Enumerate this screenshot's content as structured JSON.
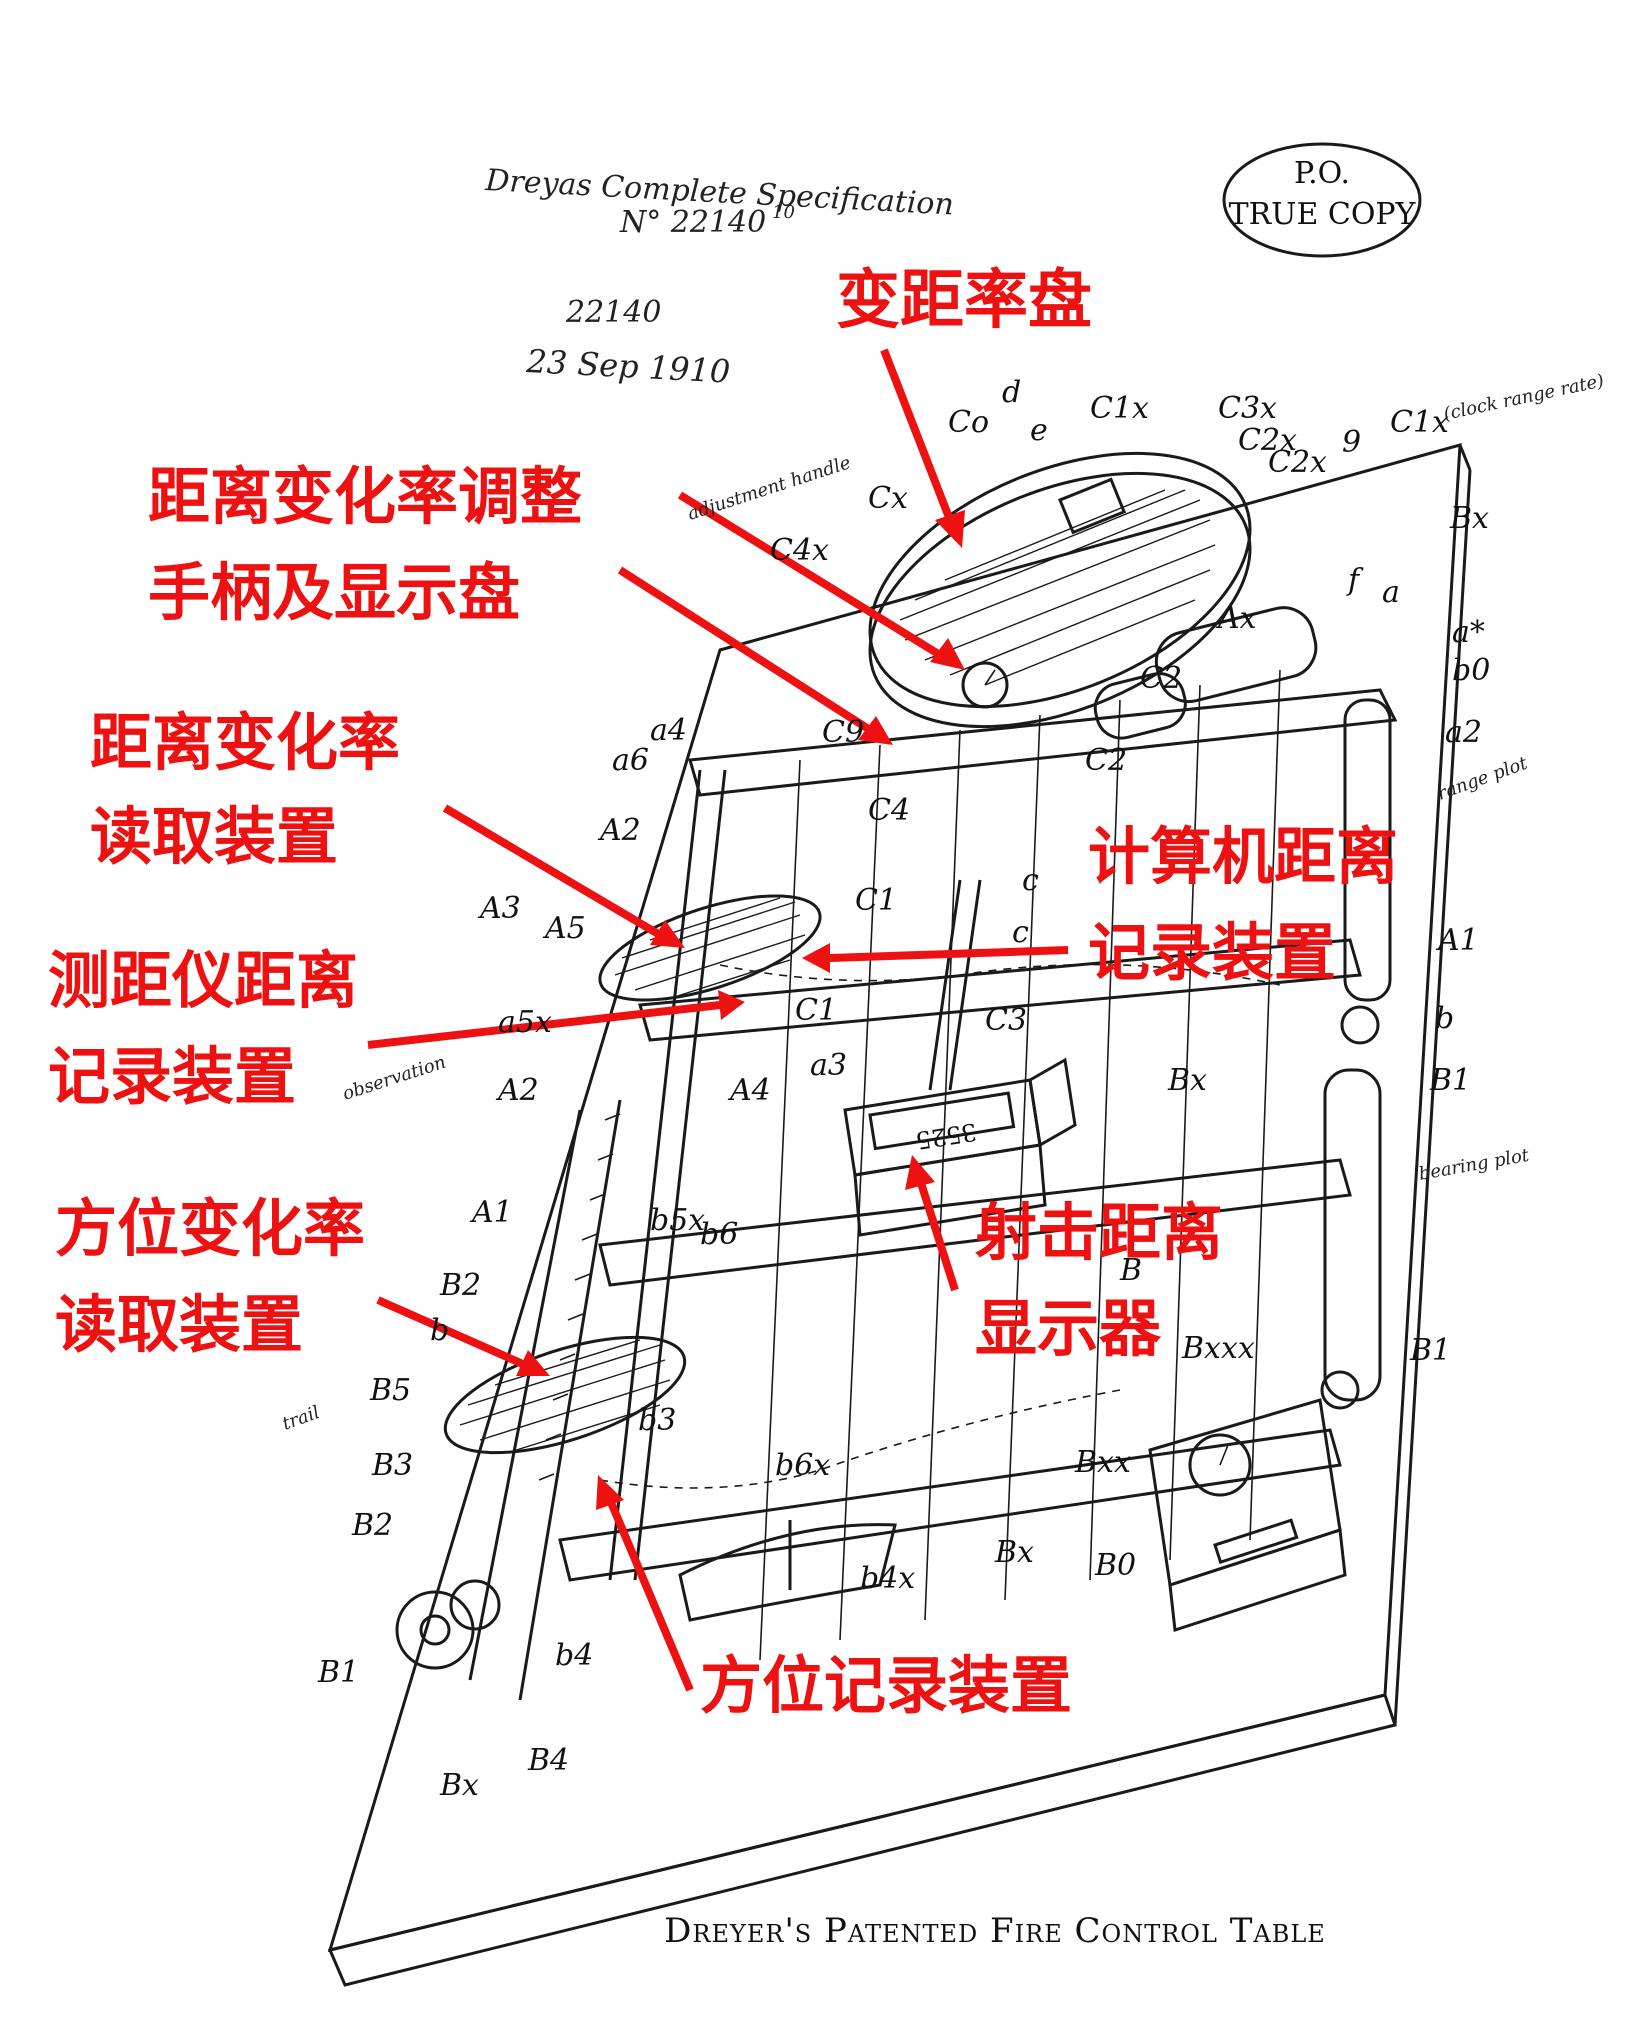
{
  "header": {
    "spec_line1": "Dreyas Complete Specification",
    "spec_line2": "N° 22140",
    "spec_sup": "10",
    "patent_number": "22140",
    "date": "23 Sep 1910"
  },
  "stamp": {
    "line1": "P.O.",
    "line2": "TRUE COPY"
  },
  "callouts": {
    "range_rate_dial": "变距率盘",
    "rate_handle_line1": "距离变化率调整",
    "rate_handle_line2": "手柄及显示盘",
    "range_rate_reader_line1": "距离变化率",
    "range_rate_reader_line2": "读取装置",
    "rangefinder_recorder_line1": "测距仪距离",
    "rangefinder_recorder_line2": "记录装置",
    "computer_recorder_line1": "计算机距离",
    "computer_recorder_line2": "记录装置",
    "bearing_rate_reader_line1": "方位变化率",
    "bearing_rate_reader_line2": "读取装置",
    "gun_range_display_line1": "射击距离",
    "gun_range_display_line2": "显示器",
    "bearing_recorder": "方位记录装置"
  },
  "display_counter": "3525",
  "caption": "Dreyer's Patented Fire Control Table",
  "labels": {
    "Co": "Co",
    "d": "d",
    "e": "e",
    "C1x": "C1x",
    "C3x": "C3x",
    "C2x_a": "C2x",
    "C2x_b": "C2x",
    "n9": "9",
    "C1x_b": "C1x",
    "Cx": "Cx",
    "C4x": "C4x",
    "Bx_top": "Bx",
    "f": "f",
    "a": "a",
    "Ax": "Ax",
    "ax": "a*",
    "b0": "b0",
    "C2_a": "C2",
    "a2": "a2",
    "a4": "a4",
    "a6": "a6",
    "C9": "C9",
    "C4": "C4",
    "C2_b": "C2",
    "A2_a": "A2",
    "A3": "A3",
    "A5": "A5",
    "C1_a": "C1",
    "c_a": "c",
    "c_b": "c",
    "C1_b": "C1",
    "A1_r": "A1",
    "b_r": "b",
    "a5x": "a5x",
    "a3": "a3",
    "A4": "A4",
    "C3": "C3",
    "Bx_mid": "Bx",
    "B1_r": "B1",
    "A2_b": "A2",
    "A1_l": "A1",
    "b5x": "b5x",
    "b6": "b6",
    "B2_a": "B2",
    "b_lo": "b",
    "B": "B",
    "B1_r2": "B1",
    "Bxxx": "Bxxx",
    "B5": "B5",
    "b3": "b3",
    "B3": "B3",
    "Bxx": "Bxx",
    "b6x": "b6x",
    "B2_b": "B2",
    "B4x": "b4x",
    "Bx_lo": "Bx",
    "B0": "B0",
    "B1_l": "B1",
    "b4": "b4",
    "Bx_bot": "Bx",
    "B4": "B4"
  },
  "handwritten_notes": {
    "adjust_handle": "adjustment handle",
    "clock_note": "(clock range rate)",
    "range_plot": "range plot",
    "observation": "observation",
    "bearing_plot": "bearing plot",
    "trail": "trail"
  },
  "colors": {
    "callout": "#ee1111",
    "ink": "#1a1a1a",
    "paper": "#ffffff"
  }
}
